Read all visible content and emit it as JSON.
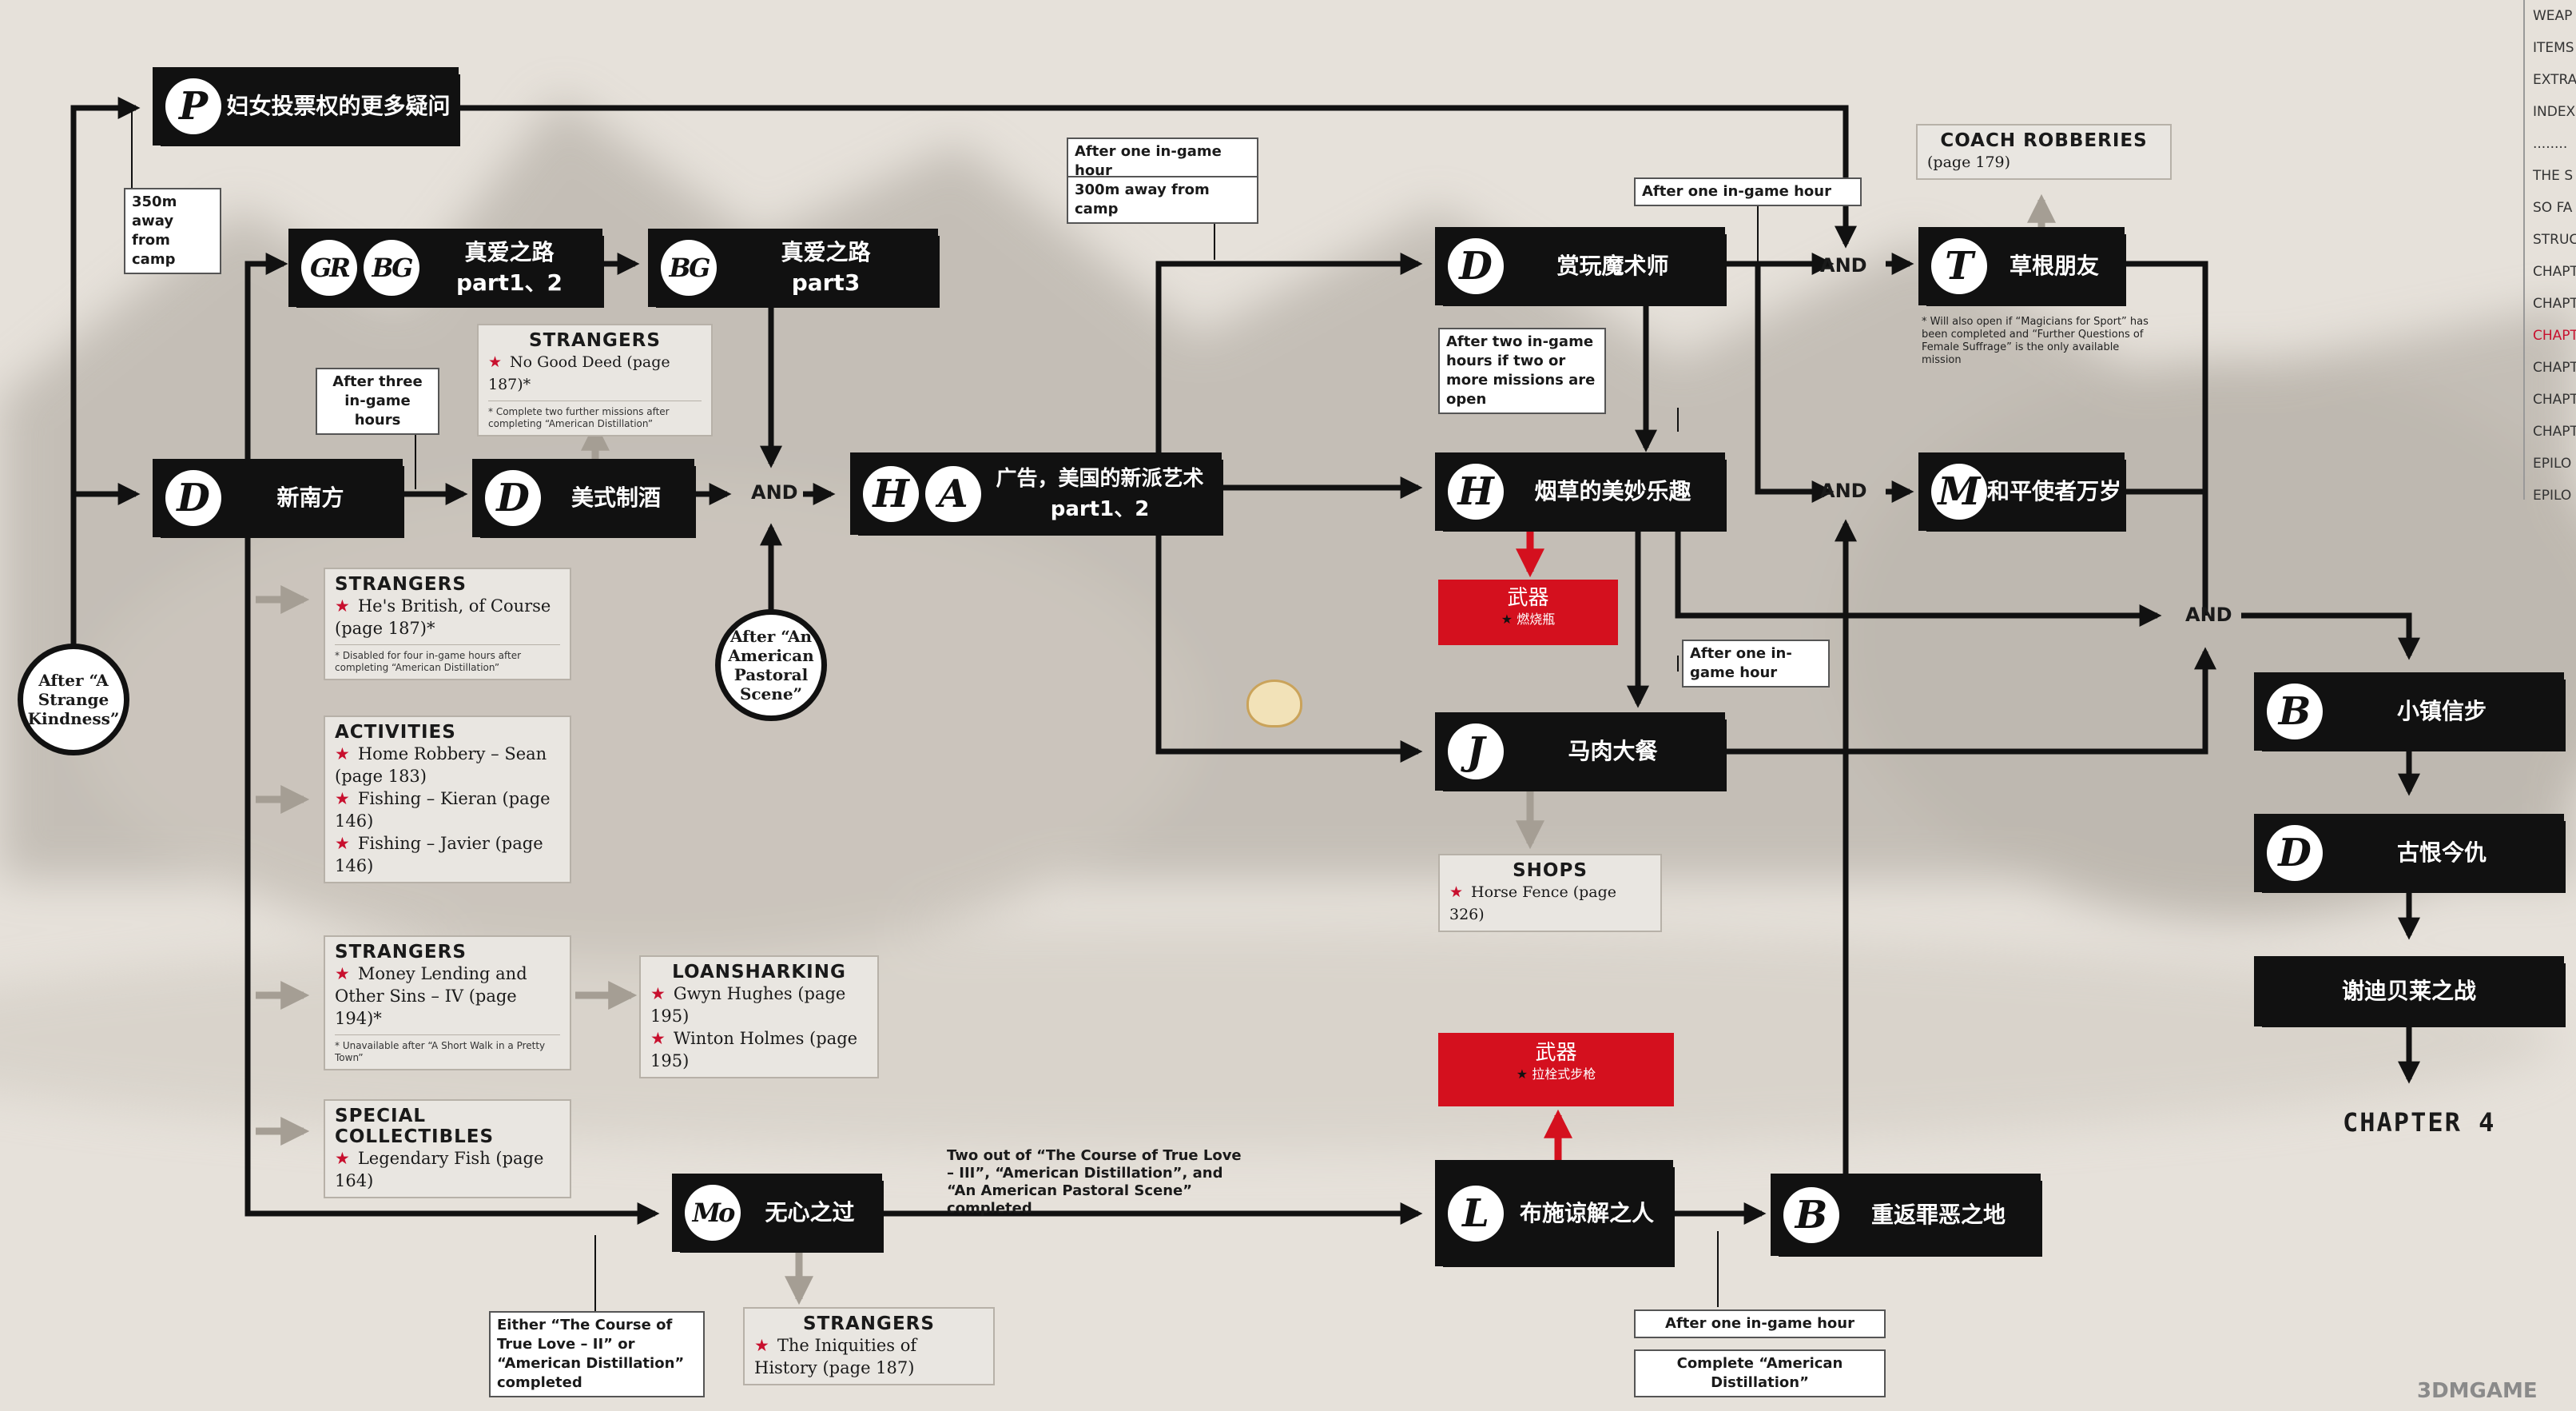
{
  "nodes": {
    "women_suffrage": {
      "badges": [
        "P"
      ],
      "title": "妇女投票权的更多疑问"
    },
    "true_love_1_2": {
      "badges": [
        "GR",
        "BG"
      ],
      "title": "真爱之路",
      "subtitle": "part1、2"
    },
    "true_love_3": {
      "badges": [
        "BG"
      ],
      "title": "真爱之路",
      "subtitle": "part3"
    },
    "new_south": {
      "badges": [
        "D"
      ],
      "title": "新南方"
    },
    "american_distillation": {
      "badges": [
        "D"
      ],
      "title": "美式制酒"
    },
    "advertising": {
      "badges": [
        "H",
        "A"
      ],
      "title": "广告，美国的新派艺术",
      "subtitle": "part1、2"
    },
    "magician": {
      "badges": [
        "D"
      ],
      "title": "赏玩魔术师"
    },
    "tobacco": {
      "badges": [
        "H"
      ],
      "title": "烟草的美妙乐趣"
    },
    "horse_meal": {
      "badges": [
        "J"
      ],
      "title": "马肉大餐"
    },
    "grass_friend": {
      "badges": [
        "T"
      ],
      "title": "草根朋友"
    },
    "peace_envoy": {
      "badges": [
        "M"
      ],
      "title": "和平使者万岁"
    },
    "small_town": {
      "badges": [
        "B"
      ],
      "title": "小镇信步"
    },
    "old_grudge": {
      "badges": [
        "D"
      ],
      "title": "古恨今仇"
    },
    "shady_battle": {
      "badges": [],
      "title": "谢迪贝莱之战"
    },
    "heartless": {
      "badges": [
        "Mo"
      ],
      "title": "无心之过"
    },
    "charity": {
      "badges": [
        "L"
      ],
      "title": "布施谅解之人"
    },
    "return_sin": {
      "badges": [
        "B"
      ],
      "title": "重返罪恶之地"
    }
  },
  "gates": {
    "and1": "AND",
    "and2": "AND",
    "and3": "AND",
    "and4": "AND"
  },
  "start": {
    "label": "After “A Strange Kindness”"
  },
  "pastoral": {
    "label": "After “An American Pastoral Scene”"
  },
  "notes": {
    "camp350": "350m away from camp",
    "three_hours": "After three in-game hours",
    "one_hour_top": "After one in-game hour",
    "camp300": "300m away from camp",
    "one_hour_right": "After one in-game hour",
    "two_hours": "After two in-game hours if two or more missions are open",
    "one_hour_mid": "After one in-game hour",
    "two_out_of": "Two out of “The Course of True Love – III”, “American Distillation”, and “An American Pastoral Scene” completed",
    "either": "Either “The Course of True Love – II” or “American Distillation” completed",
    "one_hour_bottom": "After one in-game hour",
    "complete_ad": "Complete “American Distillation”"
  },
  "panels": {
    "strangers_top": {
      "heading": "STRANGERS",
      "items": [
        "No Good Deed (page 187)*"
      ],
      "footnote": "* Complete two further missions after completing “American Distillation”"
    },
    "strangers_left1": {
      "heading": "STRANGERS",
      "items": [
        "He's British, of Course (page 187)*"
      ],
      "footnote": "* Disabled for four in-game hours after completing “American Distillation”"
    },
    "activities": {
      "heading": "ACTIVITIES",
      "items": [
        "Home Robbery – Sean (page 183)",
        "Fishing – Kieran (page 146)",
        "Fishing – Javier (page 146)"
      ]
    },
    "strangers_left2": {
      "heading": "STRANGERS",
      "items": [
        "Money Lending and Other Sins – IV (page 194)*"
      ],
      "footnote": "* Unavailable after “A Short Walk in a Pretty Town”"
    },
    "loansharking": {
      "heading": "LOANSHARKING",
      "items": [
        "Gwyn Hughes (page 195)",
        "Winton Holmes (page 195)"
      ]
    },
    "collectibles": {
      "heading": "SPECIAL COLLECTIBLES",
      "items": [
        "Legendary Fish (page 164)"
      ]
    },
    "strangers_bottom": {
      "heading": "STRANGERS",
      "items": [
        "The Iniquities of History (page 187)"
      ]
    },
    "shops": {
      "heading": "SHOPS",
      "items": [
        "Horse Fence (page 326)"
      ]
    },
    "coach": {
      "heading": "COACH ROBBERIES",
      "items": [
        "(page 179)"
      ]
    }
  },
  "weapons": {
    "w1": {
      "title": "武器",
      "item": "燃烧瓶"
    },
    "w2": {
      "title": "武器",
      "item": "拉栓式步枪"
    }
  },
  "coach_note": "* Will also open if “Magicians for Sport” has been completed and “Further Questions of Female Suffrage” is the only available mission",
  "chapter": "CHAPTER 4",
  "toc": [
    "WEAP",
    "ITEMS",
    "EXTRA",
    "INDEX",
    "........",
    "THE S",
    "SO FA",
    "STRUC",
    "CHAPT",
    "CHAPT",
    "CHAPT",
    "CHAPT",
    "CHAPT",
    "CHAPT",
    "EPILO",
    "EPILO"
  ],
  "watermark": "3DMGAME",
  "colors": {
    "ink": "#111111",
    "accent": "#d4101e",
    "paper": "#e6e1da"
  }
}
